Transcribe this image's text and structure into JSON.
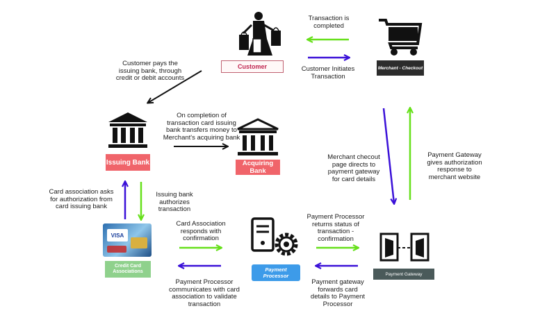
{
  "nodes": {
    "customer": "Customer",
    "merchant_checkout": "Merchant - Checkout",
    "issuing_bank": "Issuing Bank",
    "acquiring_bank": "Acquiring Bank",
    "credit_card_associations": "Credit Card Associations",
    "payment_processor": "Payment Processor",
    "payment_gateway": "Payment Gateway"
  },
  "edges": {
    "transaction_completed": "Transaction is\ncompleted",
    "customer_initiates": "Customer Initiates\nTransaction",
    "customer_pays": "Customer pays the\nissuing bank, through\ncredit or debit accounts",
    "bank_transfer": "On completion of\ntransaction card issuing\nbank transfers money to\nMerchant's acquiring bank",
    "checkout_directs": "Merchant checout\npage directs to\npayment gateway\nfor card details",
    "gateway_auth_response": "Payment Gateway\ngives authorization\nresponse to\nmerchant website",
    "association_asks": "Card association asks\nfor authorization from\ncard issuing bank",
    "issuing_authorizes": "Issuing bank\nauthorizes\ntransaction",
    "association_responds": "Card Association\nresponds with\nconfirmation",
    "processor_communicates": "Payment Processor\ncommunicates with card\nassociation to validate\ntransaction",
    "processor_returns": "Payment Processor\nreturns status of\ntransaction -\nconfirmation",
    "gateway_forwards": "Payment gateway\nforwards card\ndetails to Payment\nProcessor"
  },
  "card_text": "VISA",
  "colors": {
    "green": "#66e01a",
    "blue": "#3a10d8",
    "black": "#111111",
    "pink": "#f0646a",
    "blue_badge": "#3d9be9",
    "green_badge": "#8fd18c",
    "gray_badge": "#4a5a5a",
    "dark_badge": "#2c2c2c"
  }
}
